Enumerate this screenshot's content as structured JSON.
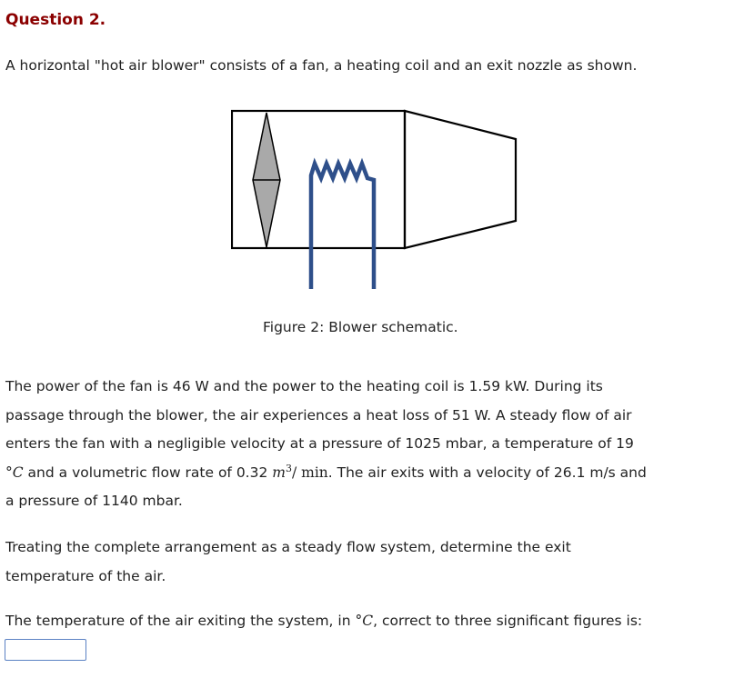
{
  "question": {
    "title": "Question 2.",
    "intro": "A horizontal \"hot air blower\" consists of a fan, a heating coil and an exit nozzle as shown."
  },
  "figure": {
    "caption": "Figure 2: Blower schematic.",
    "colors": {
      "outline": "#000000",
      "fan_fill": "#a9a9a9",
      "coil": "#2e4f8a"
    }
  },
  "problem": {
    "line1": "The power of the fan is 46 W and the power to the heating coil is 1.59 kW. During its",
    "line2": "passage through the blower, the air experiences a heat loss of 51 W. A steady flow of air",
    "line3": "enters the fan with a negligible velocity at a pressure of 1025 mbar, a temperature of 19",
    "line4_unit": "°C",
    "line4_pre": " and a volumetric flow rate of 0.32 ",
    "line4_m": "m",
    "line4_exp": "3",
    "line4_per": "/",
    "line4_min": "min",
    "line4_post": ". The air exits with a velocity of 26.1 m/s and",
    "line5": "a pressure of 1140 mbar."
  },
  "task": {
    "line1": "Treating the complete arrangement as a steady flow system, determine the exit",
    "line2": "temperature of the air."
  },
  "answer": {
    "prompt_pre": "The temperature of the air exiting the system, in ",
    "prompt_unit": "°C",
    "prompt_post": ", correct to three significant figures is:",
    "value": "",
    "placeholder": ""
  }
}
